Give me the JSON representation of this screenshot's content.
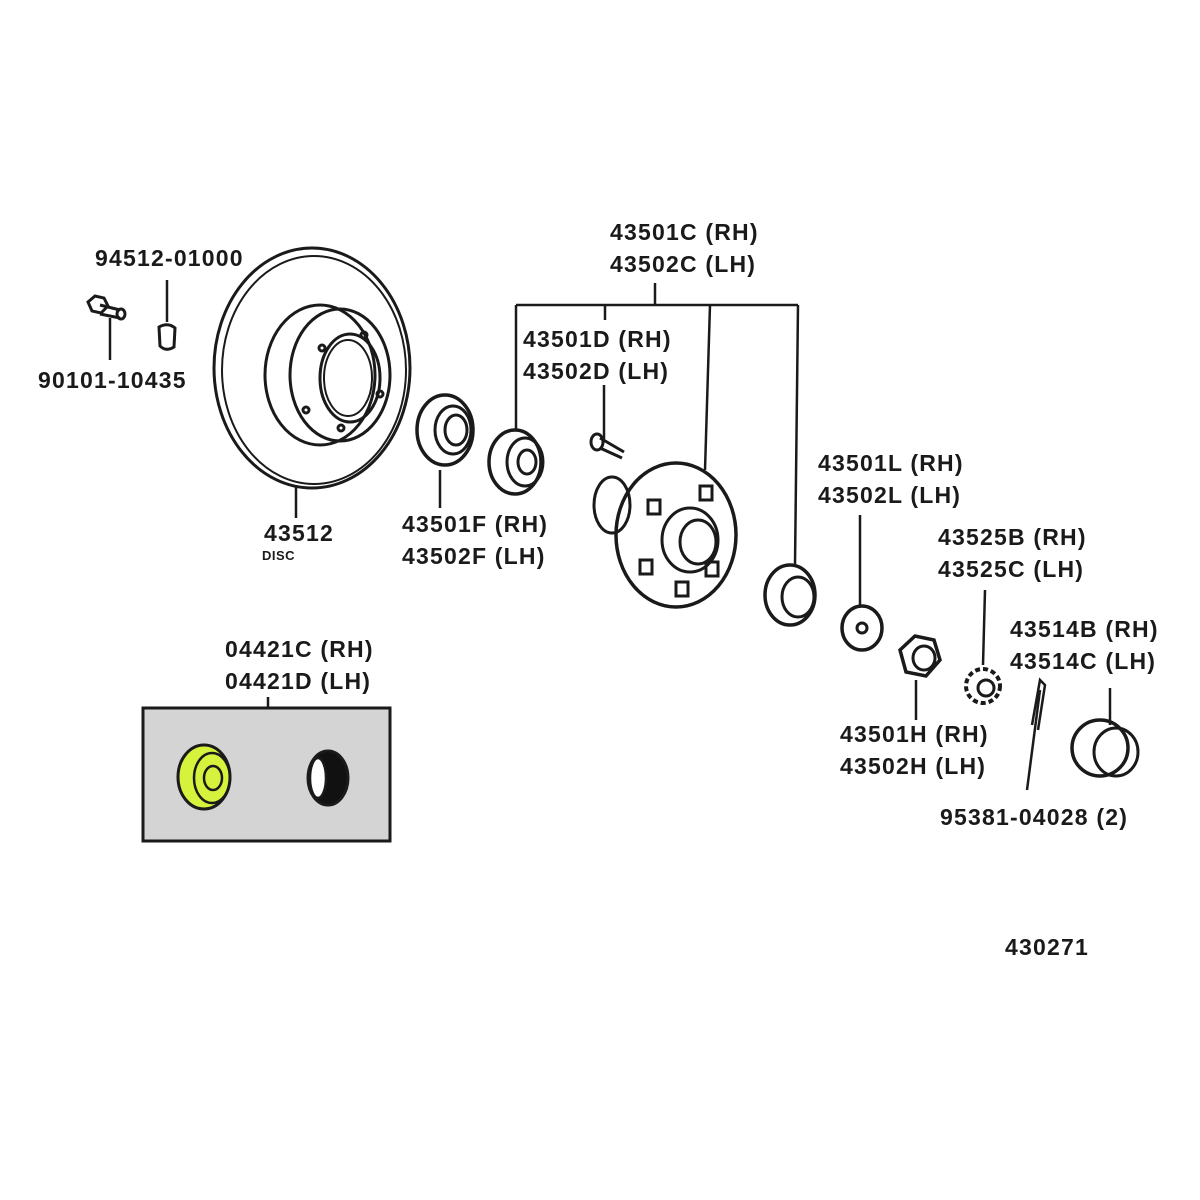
{
  "diagram_id": "430271",
  "colors": {
    "highlight": "#d7f23c",
    "box_bg": "#d4d4d4",
    "ink": "#1a1a1a"
  },
  "parts": {
    "clip": "94512-01000",
    "bolt": "90101-10435",
    "disc": {
      "number": "43512",
      "name": "DISC"
    },
    "hub_assembly": {
      "rh": "43501C (RH)",
      "lh": "43502C (LH)"
    },
    "hub_bolt": {
      "rh": "43501D (RH)",
      "lh": "43502D (LH)"
    },
    "inner_seal": {
      "rh": "43501F (RH)",
      "lh": "43502F (LH)"
    },
    "washer": {
      "rh": "43501L (RH)",
      "lh": "43502L (LH)"
    },
    "lock_cap": {
      "rh": "43525B (RH)",
      "lh": "43525C (LH)"
    },
    "grease_cap": {
      "rh": "43514B (RH)",
      "lh": "43514C (LH)"
    },
    "nut": {
      "rh": "43501H (RH)",
      "lh": "43502H (LH)"
    },
    "cotter_pin": "95381-04028 (2)",
    "bearing_kit": {
      "rh": "04421C (RH)",
      "lh": "04421D (LH)"
    }
  }
}
